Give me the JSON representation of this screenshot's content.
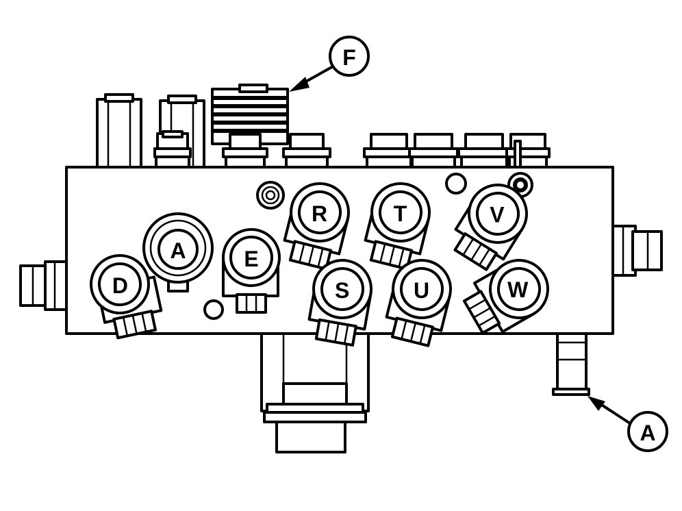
{
  "callouts": {
    "F": "F",
    "A_fitting": "A"
  },
  "solenoids": {
    "A": "A",
    "D": "D",
    "E": "E",
    "R": "R",
    "S": "S",
    "T": "T",
    "U": "U",
    "V": "V",
    "W": "W"
  },
  "colors": {
    "line": "#000000",
    "background": "#ffffff"
  }
}
